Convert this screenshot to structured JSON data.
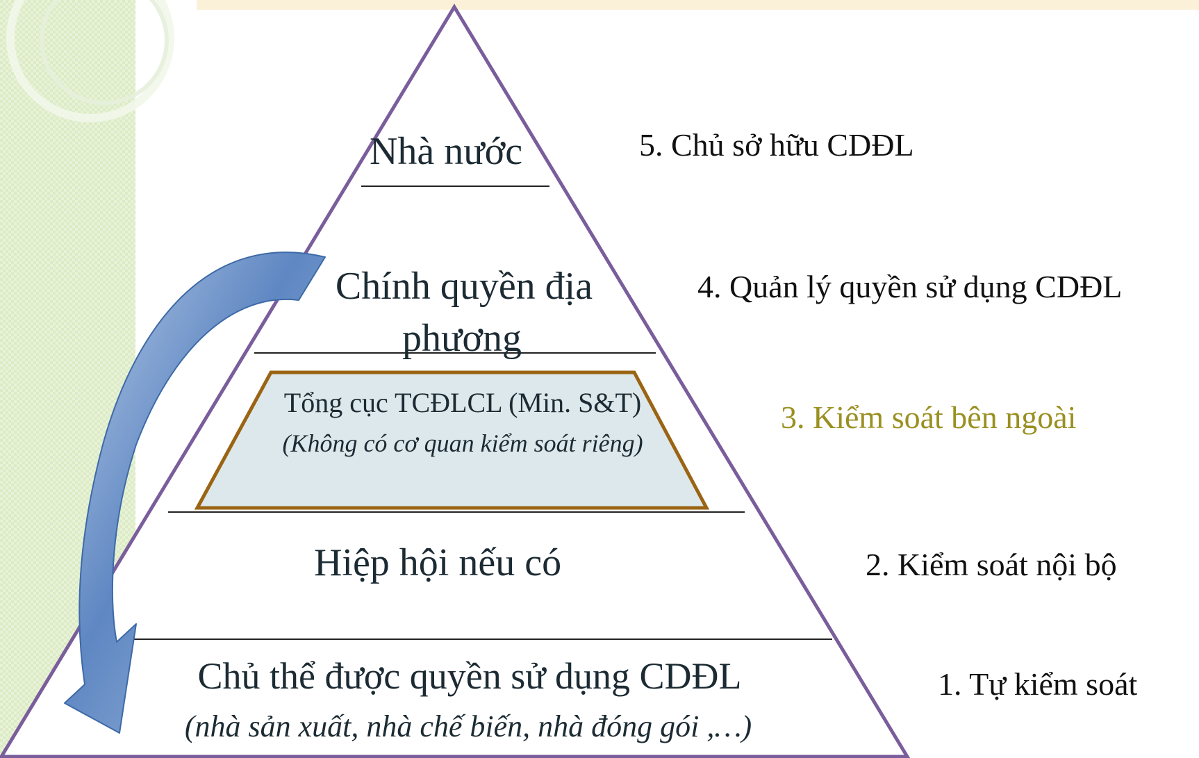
{
  "pyramid": {
    "level5": "Nhà nước",
    "level4_line1": "Chính quyền địa",
    "level4_line2": "phương",
    "level3_title": "Tổng cục TCĐLCL  (Min. S&T)",
    "level3_note": "(Không có cơ quan kiểm soát riêng)",
    "level2": "Hiệp hội nếu có",
    "level1_title": "Chủ thể được quyền sử dụng CDĐL",
    "level1_note": "(nhà sản xuất, nhà chế biến, nhà đóng gói ,…)"
  },
  "roles": {
    "role5": "5. Chủ sở hữu CDĐL",
    "role4": "4. Quản lý quyền sử dụng CDĐL",
    "role3": "3. Kiểm soát bên ngoài",
    "role2": "2. Kiểm soát nội bộ",
    "role1": "1. Tự kiểm soát"
  },
  "colors": {
    "pyramid_outline": "#7a5d9b",
    "trapezoid_fill": "#dde8ec",
    "trapezoid_border": "#9a6414",
    "arrow": "#6f97cd",
    "accent_role": "#9a9020"
  }
}
